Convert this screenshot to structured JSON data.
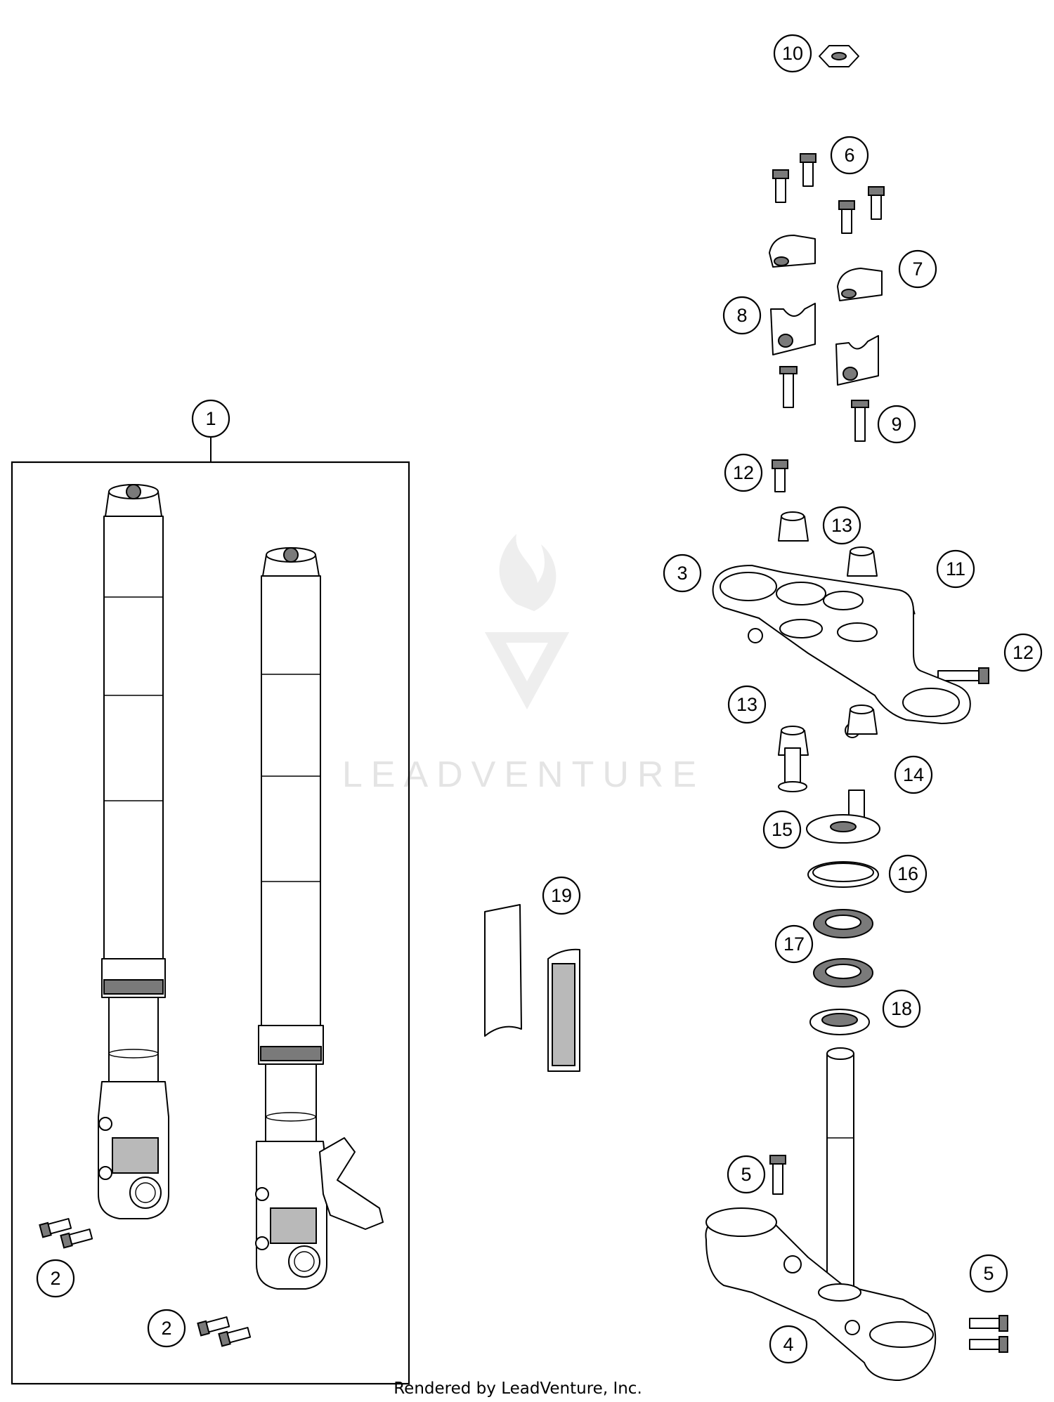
{
  "callouts": [
    {
      "id": "1",
      "label": "1"
    },
    {
      "id": "2a",
      "label": "2"
    },
    {
      "id": "2b",
      "label": "2"
    },
    {
      "id": "3",
      "label": "3"
    },
    {
      "id": "4",
      "label": "4"
    },
    {
      "id": "5a",
      "label": "5"
    },
    {
      "id": "5b",
      "label": "5"
    },
    {
      "id": "6",
      "label": "6"
    },
    {
      "id": "7",
      "label": "7"
    },
    {
      "id": "8",
      "label": "8"
    },
    {
      "id": "9",
      "label": "9"
    },
    {
      "id": "10",
      "label": "10"
    },
    {
      "id": "11",
      "label": "11"
    },
    {
      "id": "12a",
      "label": "12"
    },
    {
      "id": "12b",
      "label": "12"
    },
    {
      "id": "13a",
      "label": "13"
    },
    {
      "id": "13b",
      "label": "13"
    },
    {
      "id": "14",
      "label": "14"
    },
    {
      "id": "15",
      "label": "15"
    },
    {
      "id": "16",
      "label": "16"
    },
    {
      "id": "17",
      "label": "17"
    },
    {
      "id": "18",
      "label": "18"
    },
    {
      "id": "19",
      "label": "19"
    }
  ],
  "watermark": {
    "text": "LEADVENTURE"
  },
  "footer": {
    "credit": "Rendered by LeadVenture, Inc."
  }
}
